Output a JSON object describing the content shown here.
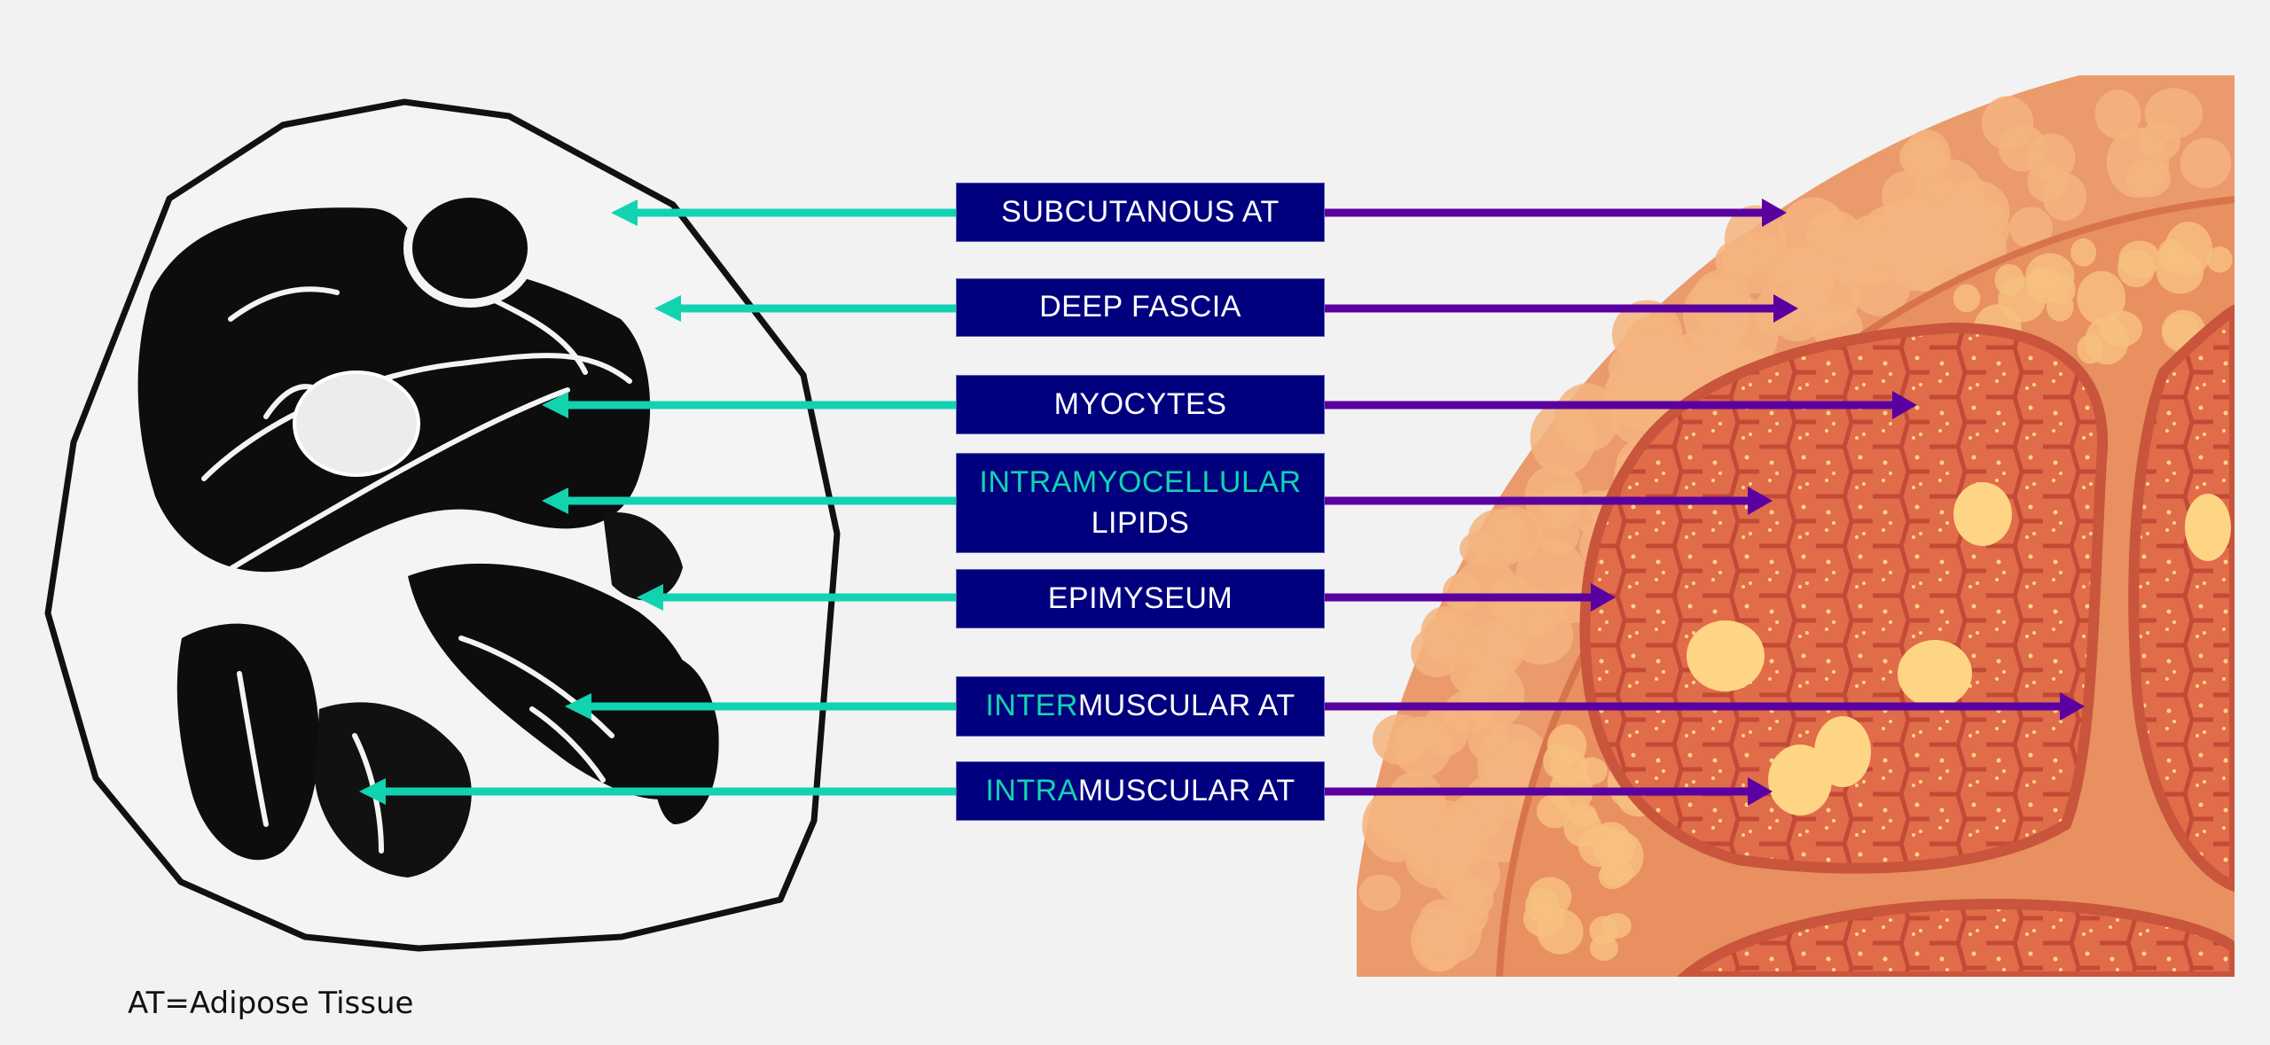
{
  "labels": [
    {
      "id": "subcutanous-at",
      "highlight": "",
      "text": "SUBCUTANOUS AT",
      "line2": ""
    },
    {
      "id": "deep-fascia",
      "highlight": "",
      "text": "DEEP FASCIA",
      "line2": ""
    },
    {
      "id": "myocytes",
      "highlight": "",
      "text": "MYOCYTES",
      "line2": ""
    },
    {
      "id": "intramyocellular-lipids",
      "highlight": "INTRAMYOCELLULAR",
      "text": "",
      "line2": "LIPIDS"
    },
    {
      "id": "epimyseum",
      "highlight": "",
      "text": "EPIMYSEUM",
      "line2": ""
    },
    {
      "id": "intermuscular-at",
      "highlight": "INTER",
      "text": "MUSCULAR AT",
      "line2": ""
    },
    {
      "id": "intramuscular-at",
      "highlight": "INTRA",
      "text": "MUSCULAR AT",
      "line2": ""
    }
  ],
  "footnote": "AT=Adipose Tissue",
  "colors": {
    "label_bg": "#00007f",
    "highlight": "#12d3b0",
    "left_arrow": "#12d3b0",
    "right_arrow": "#5b00a0",
    "skin": "#eb9a6c",
    "fat_cell": "#f5b47f",
    "muscle": "#e06c4a",
    "muscle_border": "#c24a36",
    "lipid": "#fdd584"
  }
}
